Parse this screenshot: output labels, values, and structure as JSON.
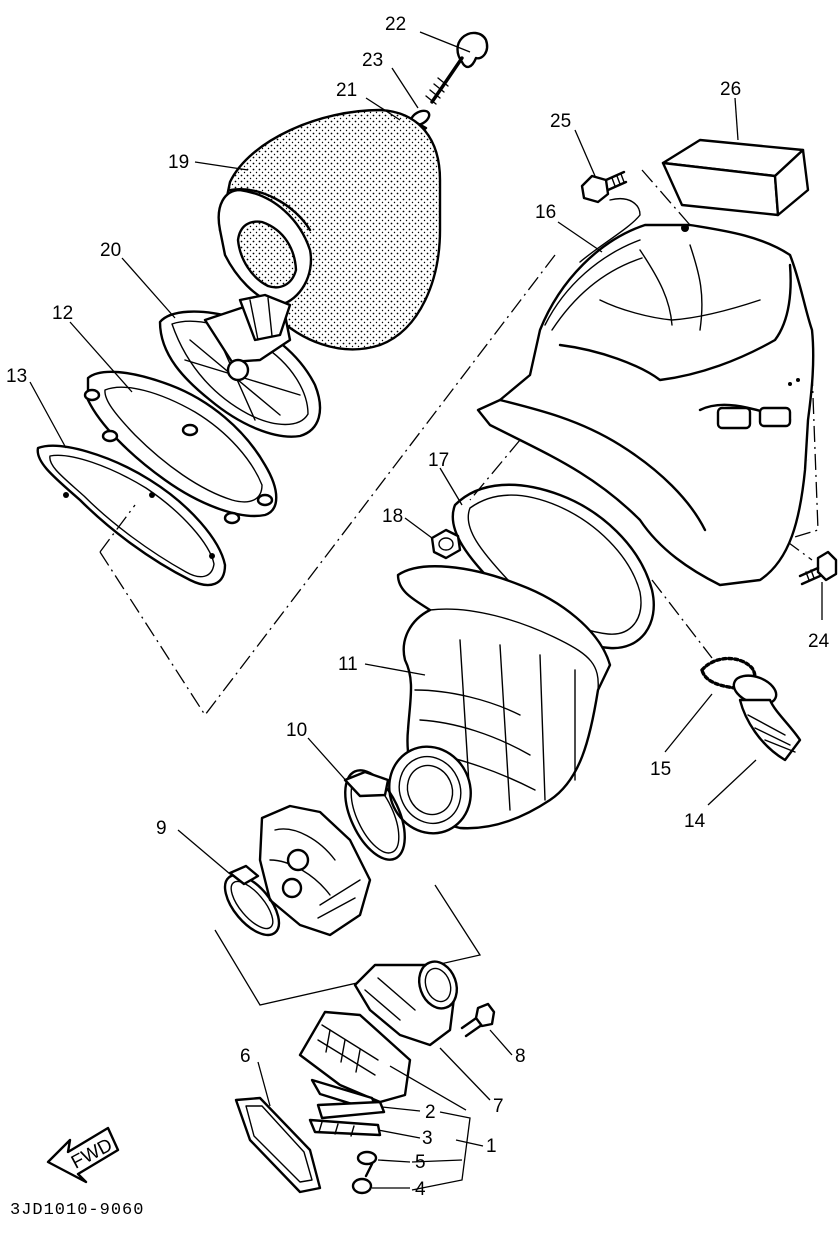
{
  "diagram": {
    "drawing_code": "3JD1010-9060",
    "fwd_arrow_text": "FWD",
    "part_numbers": [
      "1",
      "2",
      "3",
      "4",
      "5",
      "6",
      "7",
      "8",
      "9",
      "10",
      "11",
      "12",
      "13",
      "14",
      "15",
      "16",
      "17",
      "18",
      "19",
      "20",
      "21",
      "22",
      "23",
      "24",
      "25",
      "26"
    ]
  }
}
